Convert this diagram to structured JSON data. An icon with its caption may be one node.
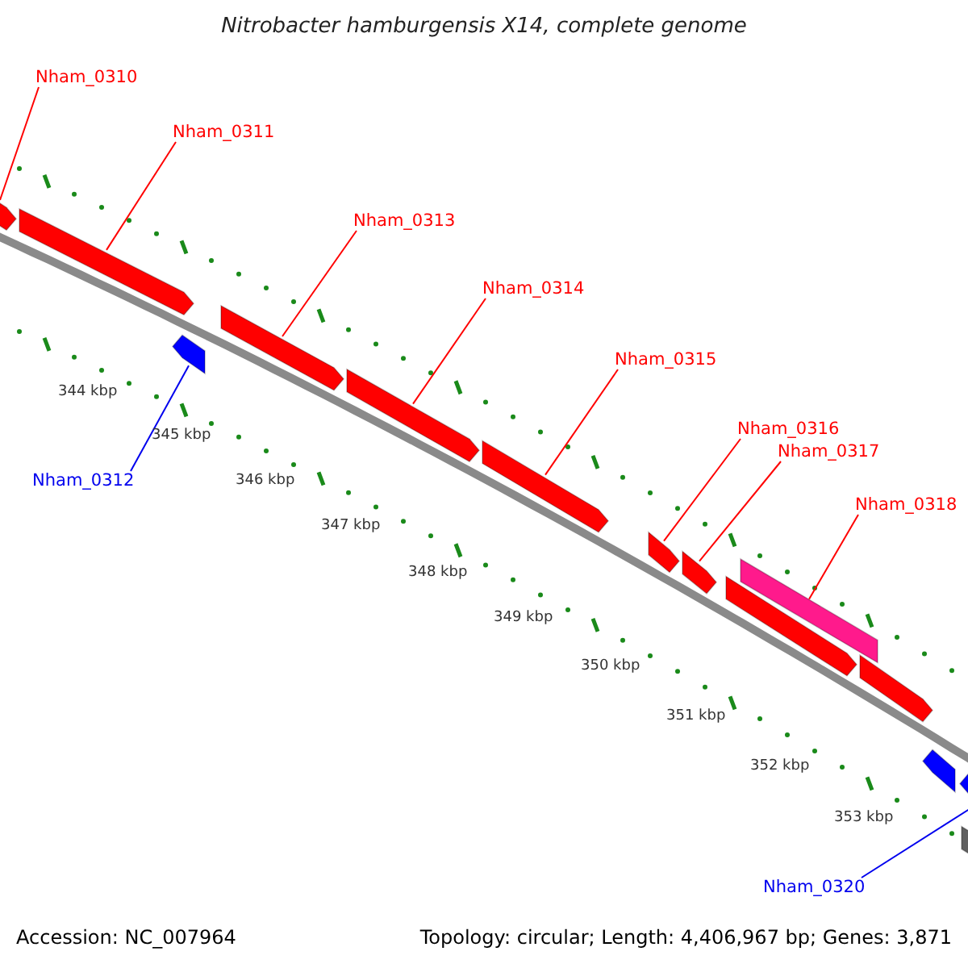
{
  "diagram": {
    "title": "Nitrobacter hamburgensis X14, complete genome",
    "nodes": [
      {
        "text": [
          "Nham_0310"
        ]
      },
      {
        "text": [
          "Nham_0311"
        ]
      },
      {
        "text": [
          "Nham_0313"
        ]
      },
      {
        "text": [
          "Nham_0314"
        ]
      },
      {
        "text": [
          "Nham_0315"
        ]
      },
      {
        "text": [
          "Nham_0316"
        ]
      },
      {
        "text": [
          "Nham_0317"
        ]
      },
      {
        "text": [
          "Nham_0318"
        ]
      },
      {
        "text": [
          "Nham_0312"
        ]
      },
      {
        "text": [
          "Nham_0320"
        ]
      },
      {
        "text": [],
        "shape": "bar"
      },
      {
        "text": [],
        "shape": "bar"
      },
      {
        "text": [],
        "shape": "bar"
      },
      {
        "text": [],
        "shape": "bar"
      },
      {
        "text": [],
        "shape": "bar"
      },
      {
        "text": [],
        "shape": "bar"
      },
      {
        "text": [],
        "shape": "bar"
      },
      {
        "text": [],
        "shape": "bar"
      },
      {
        "text": [],
        "shape": "bar"
      },
      {
        "text": [],
        "shape": "bar"
      },
      {
        "text": [],
        "shape": "bar"
      },
      {
        "text": [],
        "shape": "bar"
      },
      {
        "text": [],
        "shape": "bar"
      },
      {
        "text": [],
        "shape": "bar"
      }
    ],
    "edges": [
      {
        "from": 0,
        "to": 10,
        "arrow": "none"
      },
      {
        "from": 1,
        "to": 11,
        "arrow": "none"
      },
      {
        "from": 2,
        "to": 13,
        "arrow": "none"
      },
      {
        "from": 3,
        "to": 14,
        "arrow": "none"
      },
      {
        "from": 4,
        "to": 15,
        "arrow": "none"
      },
      {
        "from": 5,
        "to": 16,
        "arrow": "none"
      },
      {
        "from": 6,
        "to": 17,
        "arrow": "none"
      },
      {
        "from": 7,
        "to": 18,
        "arrow": "none"
      },
      {
        "from": 8,
        "to": 12,
        "arrow": "none",
        "color": "#0000ee"
      },
      {
        "from": 9,
        "to": 22,
        "arrow": "none",
        "color": "#0000ee"
      }
    ],
    "labels": [
      "344 kbp",
      "345 kbp",
      "346 kbp",
      "347 kbp",
      "348 kbp",
      "349 kbp",
      "350 kbp",
      "351 kbp",
      "352 kbp",
      "353 kbp",
      "Accession: NC_007964",
      "Topology: circular; Length: 4,406,967 bp; Genes: 3,871"
    ]
  }
}
